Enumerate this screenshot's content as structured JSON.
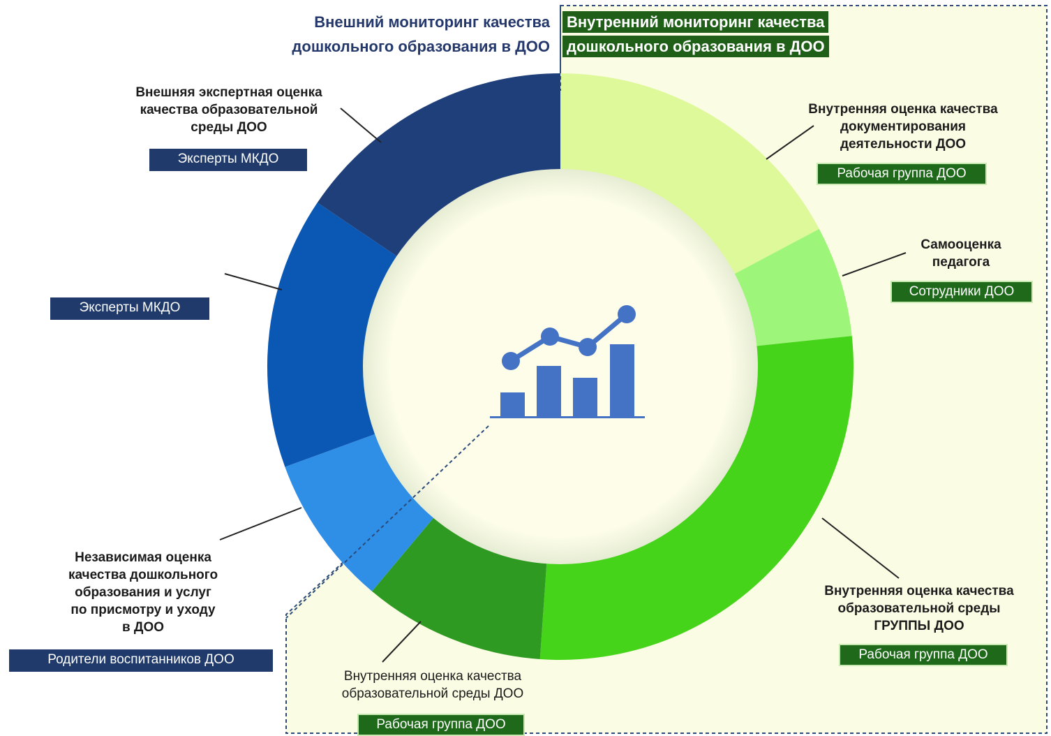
{
  "headers": {
    "external": "Внешний мониторинг качества\nдошкольного образования в ДОО",
    "internal_line1": "Внутренний мониторинг качества",
    "internal_line2": "дошкольного образования в ДОО"
  },
  "segments": [
    {
      "id": "doc",
      "label": "Внутренняя оценка качества\nдокументирования\nдеятельности ДОО",
      "tag": "Рабочая группа ДОО",
      "color": "#def99a"
    },
    {
      "id": "self",
      "label": "Самооценка\nпедагога",
      "tag": "Сотрудники ДОО",
      "color": "#9df57a"
    },
    {
      "id": "group",
      "label": "Внутренняя оценка качества\nобразовательной среды\nГРУППЫ ДОО",
      "tag": "Рабочая группа ДОО",
      "color": "#46d41a"
    },
    {
      "id": "env",
      "label": "Внутренняя оценка качества\nобразовательной среды ДОО",
      "tag": "Рабочая группа ДОО",
      "color": "#2f9a21"
    },
    {
      "id": "independent",
      "label": "Независимая оценка\nкачества дошкольного\nобразования и услуг\nпо присмотру и уходу\nв ДОО",
      "tag": "Родители воспитанников ДОО",
      "color": "#2f8fe6"
    },
    {
      "id": "mkdo",
      "label": "",
      "tag": "Эксперты МКДО",
      "color": "#0b58b4"
    },
    {
      "id": "expert",
      "label": "Внешняя экспертная оценка\nкачества образовательной\nсреды ДОО",
      "tag": "Эксперты МКДО",
      "color": "#1f3f7a"
    }
  ],
  "center_icon": "growth-chart-icon"
}
